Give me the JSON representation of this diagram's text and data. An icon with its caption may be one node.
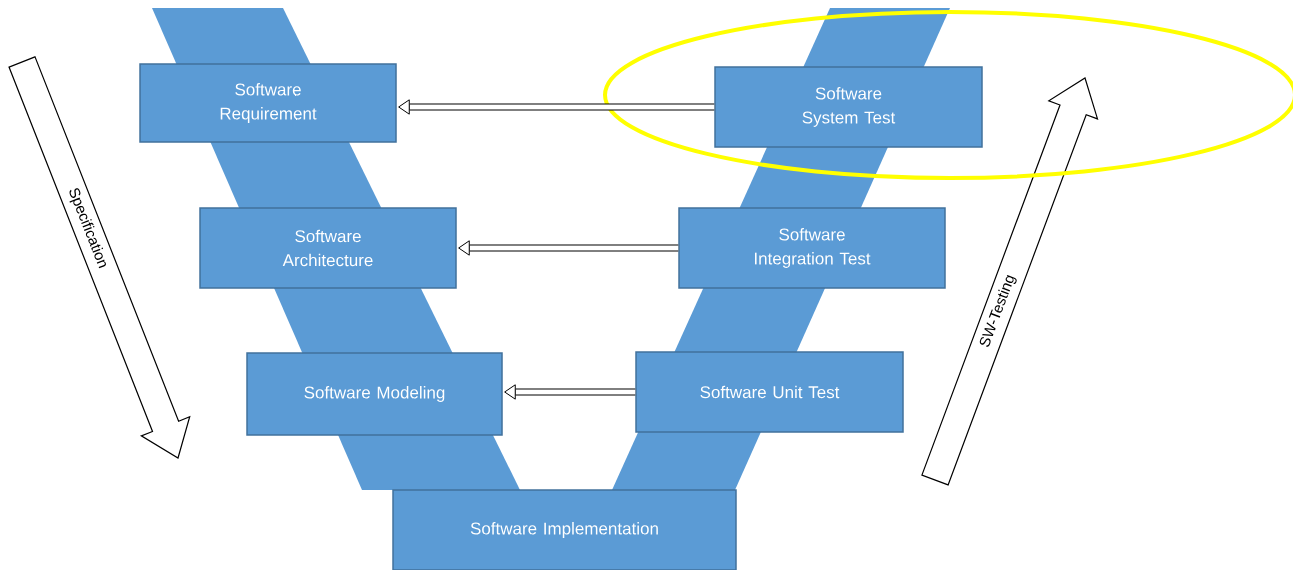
{
  "diagram": {
    "nodes": [
      {
        "text": [
          "Software Requirement"
        ]
      },
      {
        "text": [
          "Software System Test"
        ]
      },
      {
        "text": [
          "Software Architecture"
        ]
      },
      {
        "text": [
          "Software Integration Test"
        ]
      },
      {
        "text": [
          "Software Modeling"
        ]
      },
      {
        "text": [
          "Software Unit Test"
        ]
      },
      {
        "text": [
          "Software Implementation"
        ]
      }
    ],
    "edges": [
      {
        "from": 1,
        "to": 0,
        "arrow": "to"
      },
      {
        "from": 3,
        "to": 2,
        "arrow": "to"
      },
      {
        "from": 5,
        "to": 4,
        "arrow": "to"
      }
    ],
    "labels": [
      "Specification",
      "SW-Testing"
    ]
  }
}
